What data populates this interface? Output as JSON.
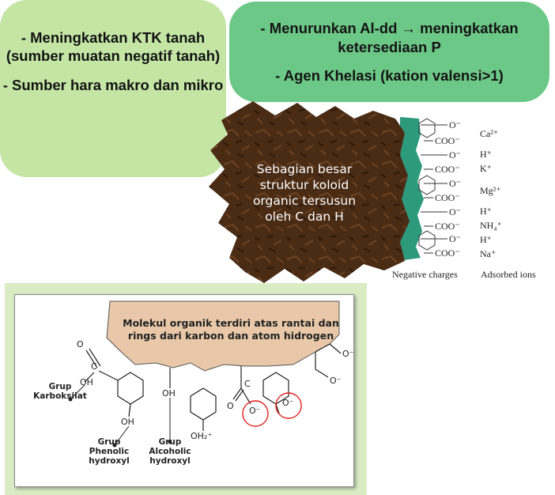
{
  "callouts": {
    "left": {
      "line1": "- Meningkatkan KTK tanah (sumber muatan negatif tanah)",
      "line2": "- Sumber hara makro dan mikro"
    },
    "right": {
      "line1": "- Menurunkan Al-dd → meningkatkan ketersediaan P",
      "line2": "- Agen Khelasi (kation valensi>1)"
    }
  },
  "colloid": {
    "text": "Sebagian besar struktur koloid organic tersusun oleh C dan H",
    "charges": [
      "O⁻",
      "COO⁻",
      "O⁻",
      "COO⁻",
      "O⁻",
      "COO⁻",
      "O⁻",
      "COO⁻",
      "O⁻",
      "COO⁻"
    ],
    "ions": [
      "Ca²⁺",
      "H⁺",
      "K⁺",
      "Mg²⁺",
      "H⁺",
      "NH₄⁺",
      "H⁺",
      "Na⁺"
    ],
    "caption_left": "Negative charges",
    "caption_right": "Adsorbed ions"
  },
  "molecule": {
    "banner": "Molekul organik terdiri atas rantai dan rings dari karbon dan atom hidrogen",
    "groups": {
      "carboxyl": "Grup Karboksilat",
      "phenolic": "Grup Phenolic hydroxyl",
      "alcoholic": "Grup Alcoholic hydroxyl"
    },
    "atoms": {
      "o1": "O",
      "c1": "C",
      "oh1": "OH",
      "oh2": "OH",
      "oh3": "OH",
      "oh2plus": "OH₂⁺",
      "c2": "C",
      "o2": "O",
      "ominus1": "O⁻",
      "ominus2": "O⁻",
      "ominus3": "O⁻",
      "ominus4": "O⁻"
    }
  },
  "colors": {
    "callout_left": "#c4e5a4",
    "callout_right": "#6cc887",
    "humus": "#4a2b14",
    "colloid_edge": "#2e9a7c",
    "molecule_fill": "#e8c8a8",
    "highlight_circle": "#e02020",
    "panel": "#d9ecc4"
  }
}
